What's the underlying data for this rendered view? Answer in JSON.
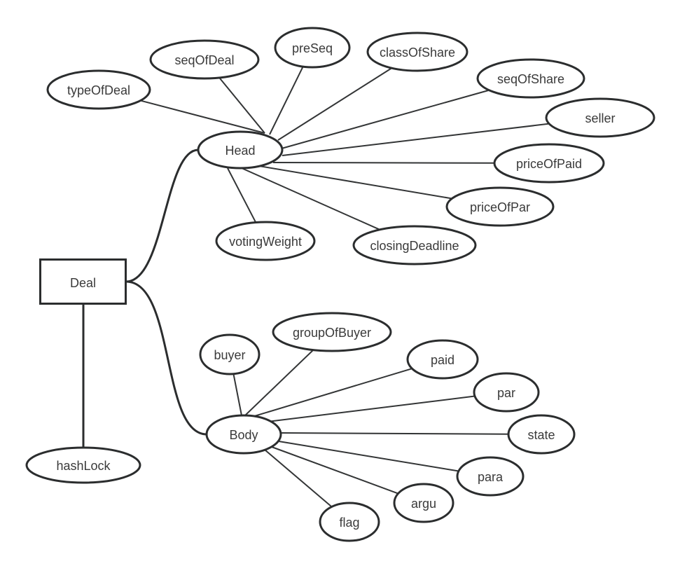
{
  "diagram": {
    "type": "mind-map",
    "root": {
      "id": "deal",
      "label": "Deal",
      "shape": "rectangle"
    },
    "branches": [
      {
        "id": "head",
        "label": "Head",
        "children": [
          {
            "id": "typeOfDeal",
            "label": "typeOfDeal"
          },
          {
            "id": "seqOfDeal",
            "label": "seqOfDeal"
          },
          {
            "id": "preSeq",
            "label": "preSeq"
          },
          {
            "id": "classOfShare",
            "label": "classOfShare"
          },
          {
            "id": "seqOfShare",
            "label": "seqOfShare"
          },
          {
            "id": "seller",
            "label": "seller"
          },
          {
            "id": "priceOfPaid",
            "label": "priceOfPaid"
          },
          {
            "id": "priceOfPar",
            "label": "priceOfPar"
          },
          {
            "id": "closingDeadline",
            "label": "closingDeadline"
          },
          {
            "id": "votingWeight",
            "label": "votingWeight"
          }
        ]
      },
      {
        "id": "body",
        "label": "Body",
        "children": [
          {
            "id": "buyer",
            "label": "buyer"
          },
          {
            "id": "groupOfBuyer",
            "label": "groupOfBuyer"
          },
          {
            "id": "paid",
            "label": "paid"
          },
          {
            "id": "par",
            "label": "par"
          },
          {
            "id": "state",
            "label": "state"
          },
          {
            "id": "para",
            "label": "para"
          },
          {
            "id": "argu",
            "label": "argu"
          },
          {
            "id": "flag",
            "label": "flag"
          }
        ]
      },
      {
        "id": "hashLock",
        "label": "hashLock",
        "children": []
      }
    ],
    "colors": {
      "stroke": "#2b2d2e",
      "text": "#3a3a3a",
      "background": "#ffffff"
    }
  }
}
